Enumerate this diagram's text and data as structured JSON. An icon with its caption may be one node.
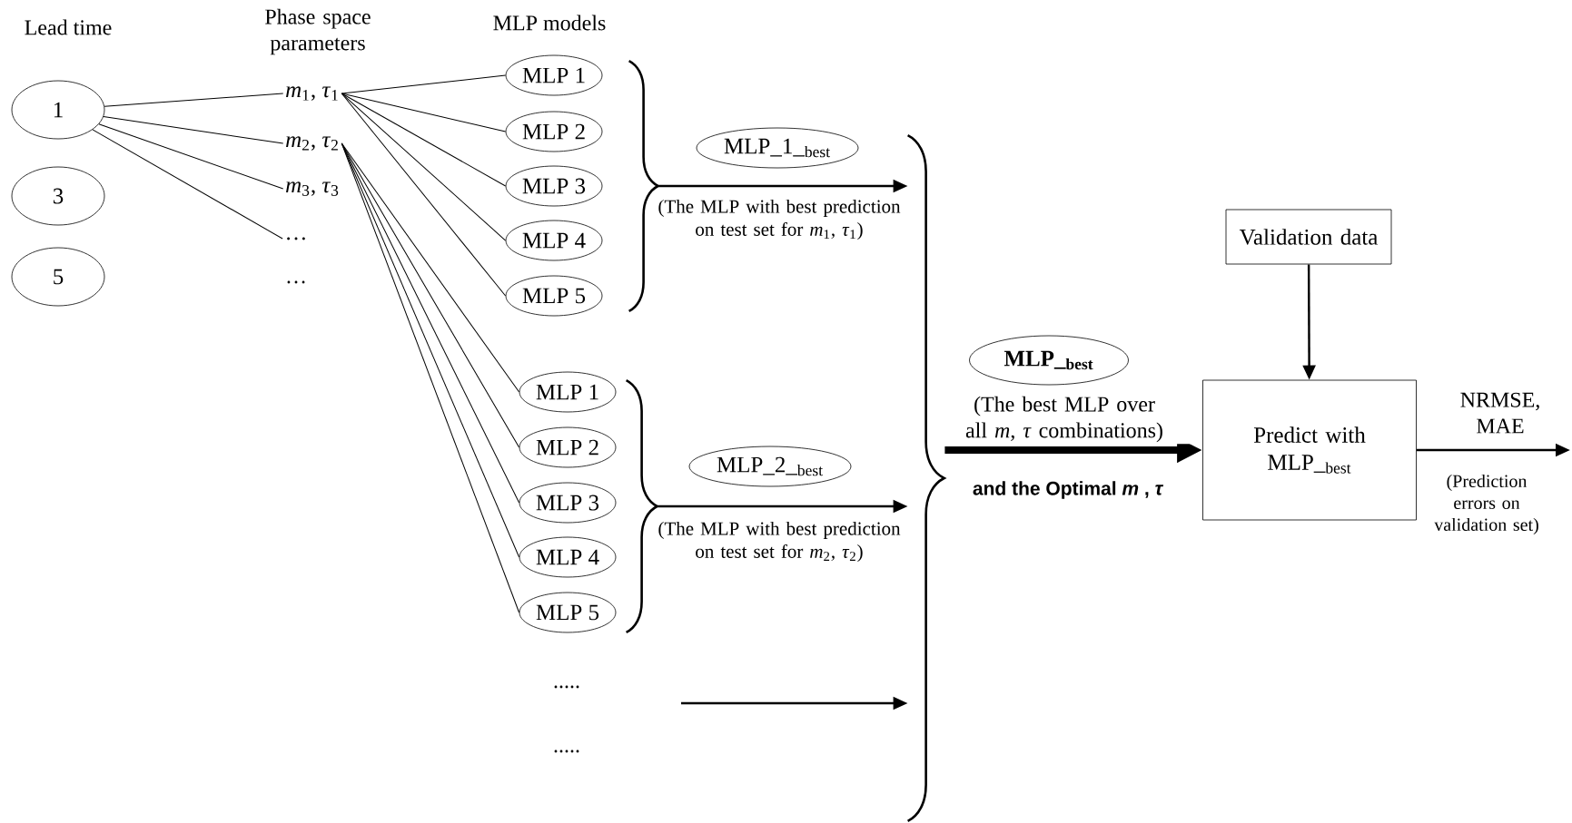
{
  "diagram": {
    "nodes": [
      {
        "text": [
          "1"
        ]
      },
      {
        "text": [
          "3"
        ]
      },
      {
        "text": [
          "5"
        ]
      },
      {
        "text": [
          "*m*$_{1}$, *τ*$_{1}$"
        ]
      },
      {
        "text": [
          "*m*$_{2}$, *τ*$_{2}$"
        ]
      },
      {
        "text": [
          "*m*$_{3}$, *τ*$_{3}$"
        ]
      },
      {
        "text": [
          "…"
        ]
      },
      {
        "text": [
          "MLP 1"
        ]
      },
      {
        "text": [
          "MLP 2"
        ]
      },
      {
        "text": [
          "MLP 3"
        ]
      },
      {
        "text": [
          "MLP 4"
        ]
      },
      {
        "text": [
          "MLP 5"
        ]
      },
      {
        "text": [
          "MLP 1"
        ]
      },
      {
        "text": [
          "MLP 2"
        ]
      },
      {
        "text": [
          "MLP 3"
        ]
      },
      {
        "text": [
          "MLP 4"
        ]
      },
      {
        "text": [
          "MLP 5"
        ]
      },
      {
        "text": [],
        "shape": "brace"
      },
      {
        "text": [],
        "shape": "brace"
      },
      {
        "text": [
          "MLP_1_$_{best}$"
        ]
      },
      {
        "text": [
          "MLP_2_$_{best}$"
        ]
      },
      {
        "text": [],
        "shape": "brace"
      },
      {
        "text": [
          "MLP_$_{best}$"
        ]
      },
      {
        "text": [
          "Validation data"
        ]
      },
      {
        "text": [
          "Predict with MLP_$_{best}$"
        ]
      }
    ],
    "edges": [
      {
        "from": 0,
        "to": 3,
        "arrow": "none"
      },
      {
        "from": 0,
        "to": 4,
        "arrow": "none"
      },
      {
        "from": 0,
        "to": 5,
        "arrow": "none"
      },
      {
        "from": 0,
        "to": 6,
        "arrow": "none"
      },
      {
        "from": 3,
        "to": 7,
        "arrow": "none"
      },
      {
        "from": 3,
        "to": 8,
        "arrow": "none"
      },
      {
        "from": 3,
        "to": 9,
        "arrow": "none"
      },
      {
        "from": 3,
        "to": 10,
        "arrow": "none"
      },
      {
        "from": 3,
        "to": 11,
        "arrow": "none"
      },
      {
        "from": 4,
        "to": 12,
        "arrow": "none"
      },
      {
        "from": 4,
        "to": 13,
        "arrow": "none"
      },
      {
        "from": 4,
        "to": 14,
        "arrow": "none"
      },
      {
        "from": 4,
        "to": 15,
        "arrow": "none"
      },
      {
        "from": 4,
        "to": 16,
        "arrow": "none"
      },
      {
        "from": 17,
        "to": 21,
        "arrow": "to",
        "label": "(The MLP with best prediction on test set for *m*$_{1}$, *τ*$_{1}$)"
      },
      {
        "from": 18,
        "to": 21,
        "arrow": "to",
        "label": "(The MLP with best prediction on test set for *m*$_{2}$, *τ*$_{2}$)"
      },
      {
        "from": null,
        "to": 21,
        "arrow": "to"
      },
      {
        "from": 21,
        "to": 24,
        "arrow": "to",
        "style": "thick",
        "label": "(The best MLP over all *m*, *τ* combinations)"
      },
      {
        "from": 23,
        "to": 24,
        "arrow": "to"
      },
      {
        "from": 24,
        "to": null,
        "arrow": "to",
        "label": "NRMSE, MAE"
      }
    ],
    "labels": [
      "Lead time",
      "Phase space parameters",
      "MLP models",
      "…",
      ".....",
      ".....",
      "and the Optimal *m* , *τ*",
      "(Prediction errors on validation set)"
    ]
  }
}
